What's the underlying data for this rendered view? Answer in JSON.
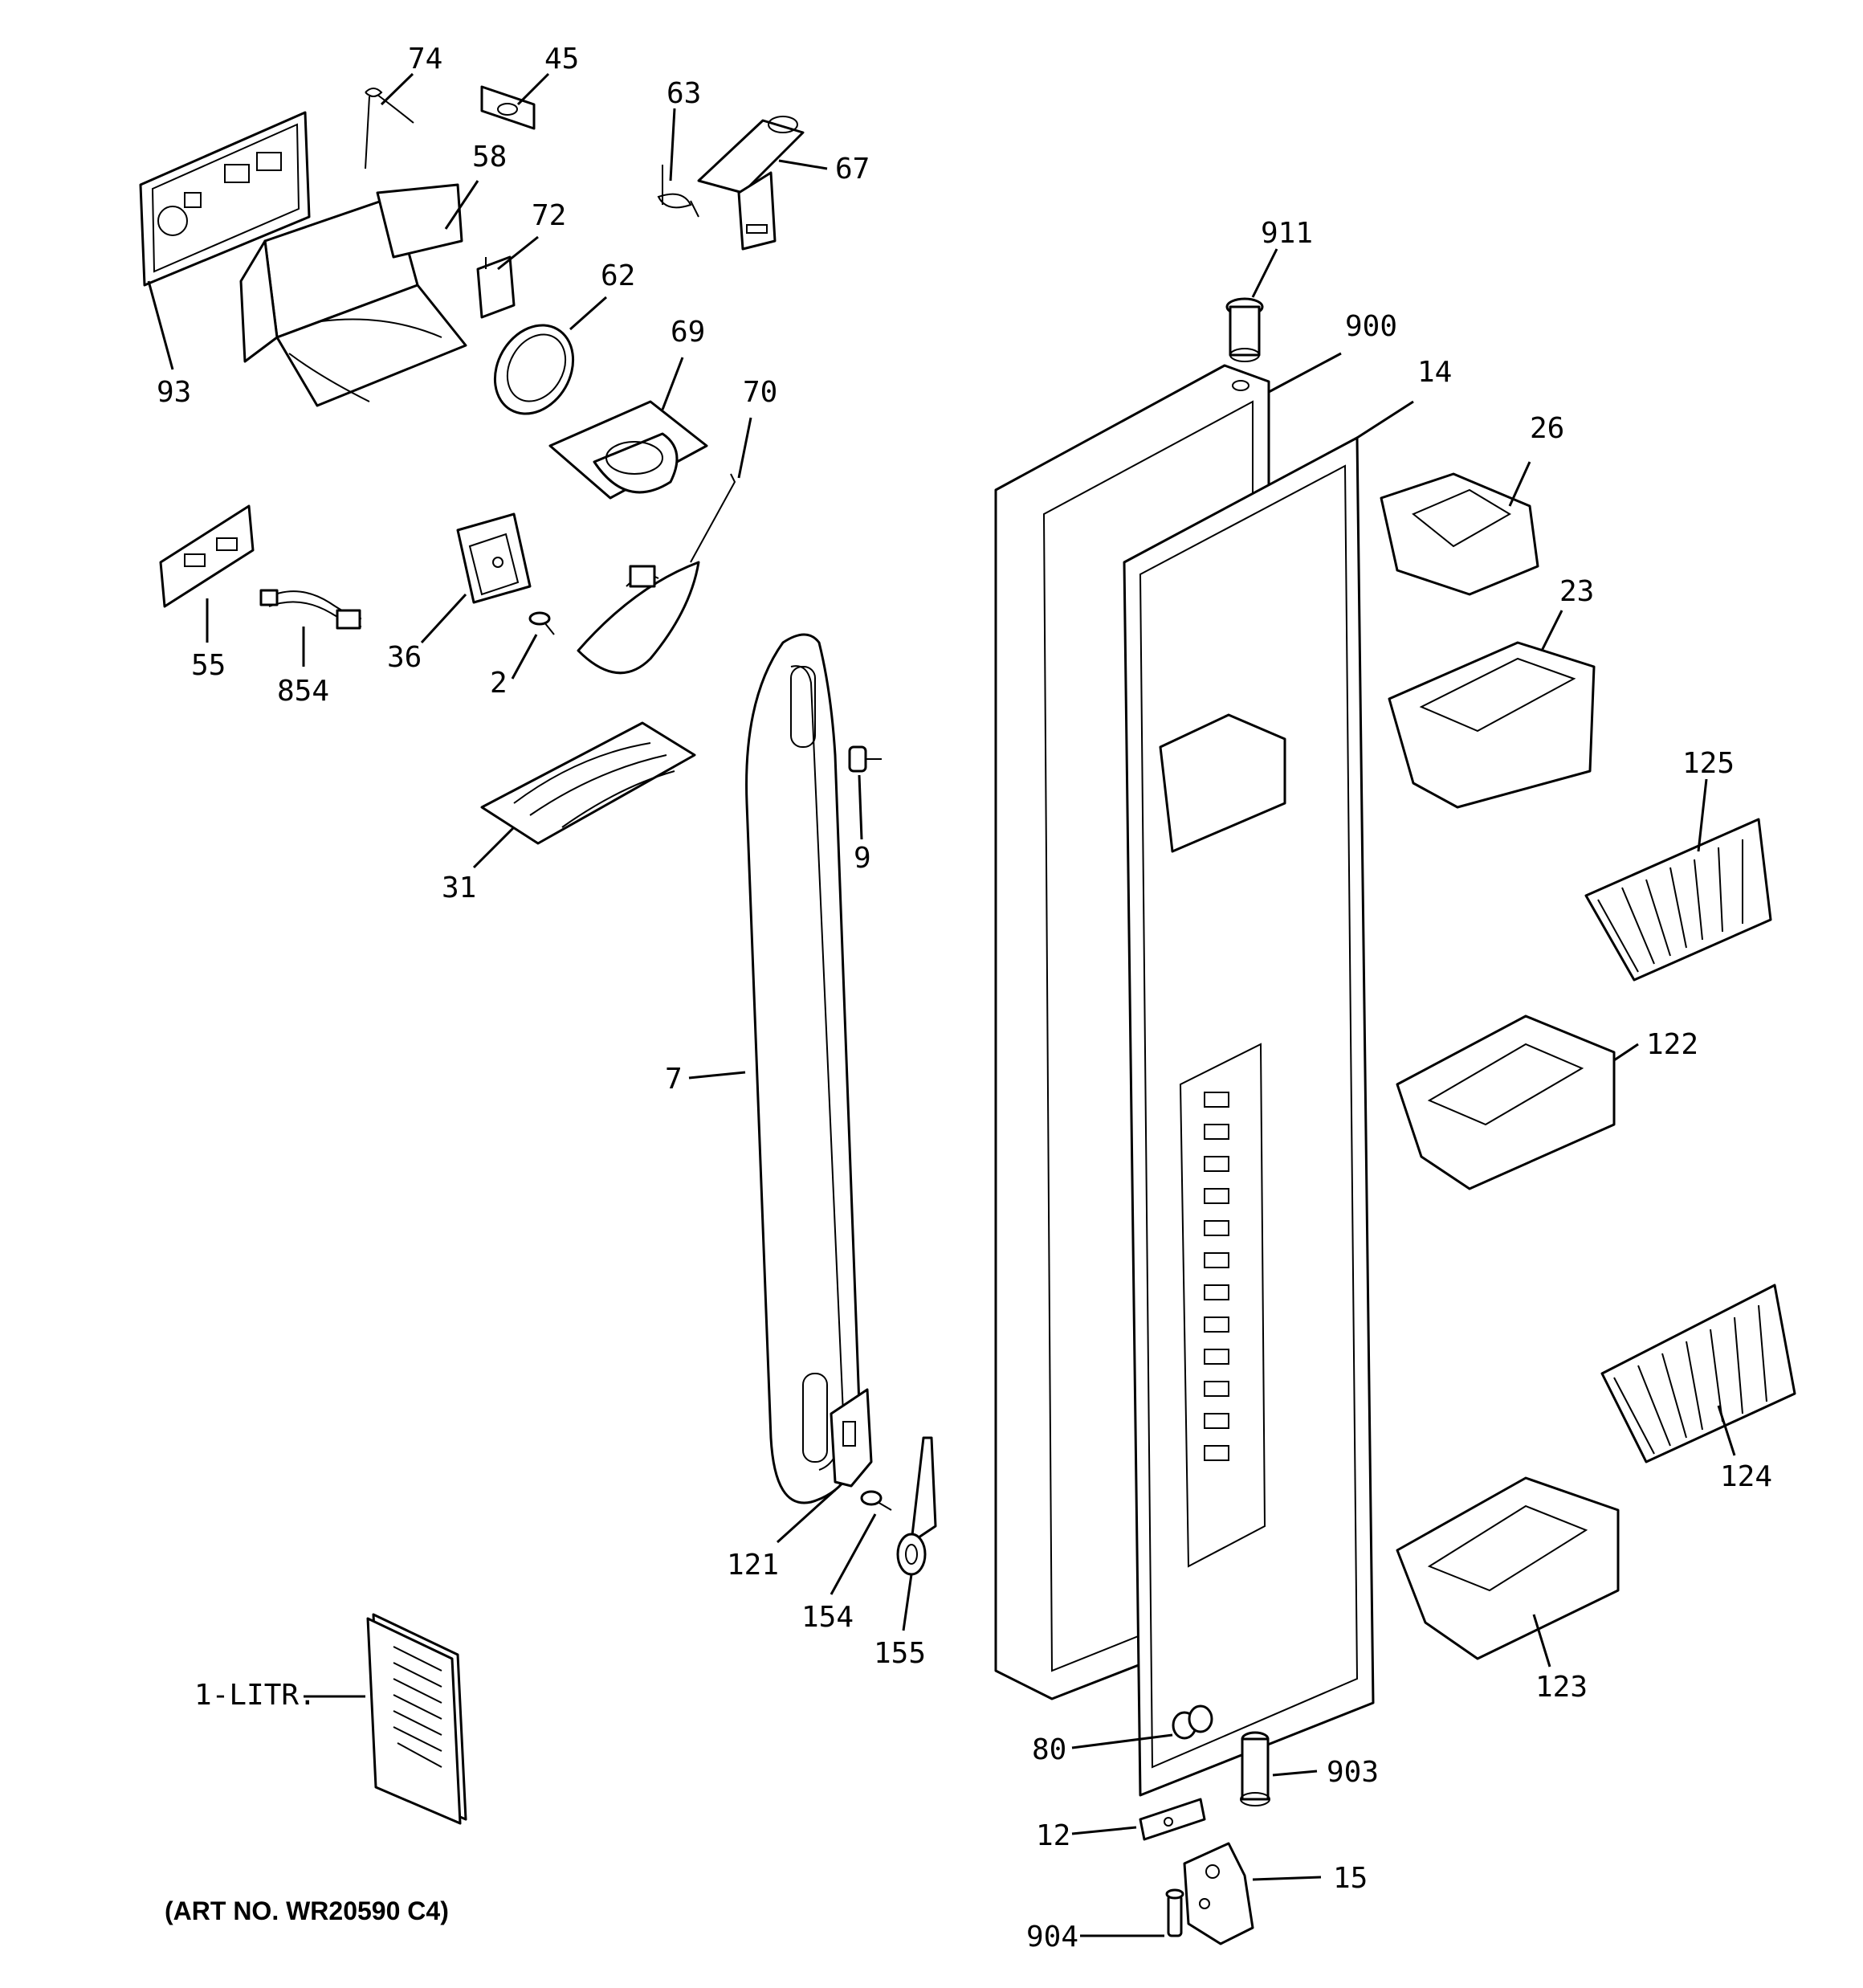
{
  "diagram": {
    "art_number": "(ART NO. WR20590 C4)",
    "callouts": {
      "c74": "74",
      "c45": "45",
      "c63": "63",
      "c67": "67",
      "c58": "58",
      "c72": "72",
      "c62": "62",
      "c911": "911",
      "c93": "93",
      "c69": "69",
      "c900": "900",
      "c14": "14",
      "c70": "70",
      "c26": "26",
      "c23": "23",
      "c36": "36",
      "c2": "2",
      "c55": "55",
      "c854": "854",
      "c125": "125",
      "c9": "9",
      "c31": "31",
      "c122": "122",
      "c7": "7",
      "c124": "124",
      "c121": "121",
      "c154": "154",
      "c155": "155",
      "c123": "123",
      "c1litr": "1-LITR.",
      "c80": "80",
      "c903": "903",
      "c12": "12",
      "c15": "15",
      "c904": "904"
    }
  }
}
